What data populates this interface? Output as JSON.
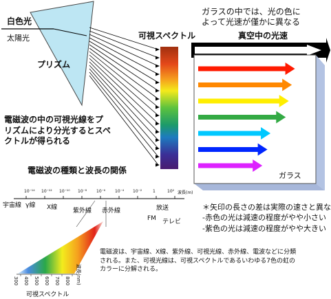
{
  "title_glass": [
    "ガラスの中では、光の色に",
    "よって光速が僅かに異なる"
  ],
  "label_white_light": "白色光",
  "label_sunlight": "太陽光",
  "label_prism": "プリズム",
  "label_visible_spectrum": "可視スペクトル",
  "label_vacuum_speed": "真空中の光速",
  "label_glass": "ガラス",
  "prism_note": [
    "電磁波の中の可視光線をプ",
    "リズムにより分光するとスペ",
    "クトルが得られる"
  ],
  "wave_relation_title": "電磁波の種類と波長の関係",
  "axis": {
    "tick_labels": [
      "10⁻¹⁴",
      "10⁻¹²",
      "10⁻¹⁰",
      "10⁻⁸",
      "10⁻⁶",
      "10⁻⁴",
      "10⁻²",
      "1",
      "10²"
    ],
    "unit": "波長(m)",
    "bands": [
      "宇宙線",
      "γ線",
      "X線",
      "紫外線",
      "赤外線",
      "放送",
      "FM",
      "テレビ"
    ]
  },
  "notes": [
    "＊矢印の長さの差は実際の速さと異なる",
    "-赤色の光は減速の程度がやや小さい",
    "-紫色の光は減速の程度がやや大きい"
  ],
  "description": [
    "電磁波は、宇宙線、X線、紫外線、可視光線、赤外線、電波などに分類",
    "される。また、可視光線は、可視スペクトルであるいわゆる7色の虹の",
    "カラーに分解される。"
  ],
  "small_spectrum": {
    "ticks": [
      "300",
      "400",
      "500",
      "600",
      "700",
      "800"
    ],
    "unit": "波長(nm)",
    "caption": "可視スペクトル"
  },
  "arrows": [
    {
      "color": "red",
      "hex": "#ff1a00",
      "relative_length": 0.95
    },
    {
      "color": "orange",
      "hex": "#ff8800",
      "relative_length": 0.92
    },
    {
      "color": "yellow",
      "hex": "#ffee00",
      "relative_length": 0.89
    },
    {
      "color": "green",
      "hex": "#33aa44",
      "relative_length": 0.86
    },
    {
      "color": "cyan",
      "hex": "#00c8ff",
      "relative_length": 0.71
    },
    {
      "color": "blue",
      "hex": "#0026ff",
      "relative_length": 0.68
    },
    {
      "color": "violet",
      "hex": "#dd22ff",
      "relative_length": 0.63
    }
  ],
  "colors": {
    "prism": "#bde6f3",
    "spectrum": [
      "#b52810",
      "#f4ea1b",
      "#46b040",
      "#3c1c86"
    ]
  }
}
